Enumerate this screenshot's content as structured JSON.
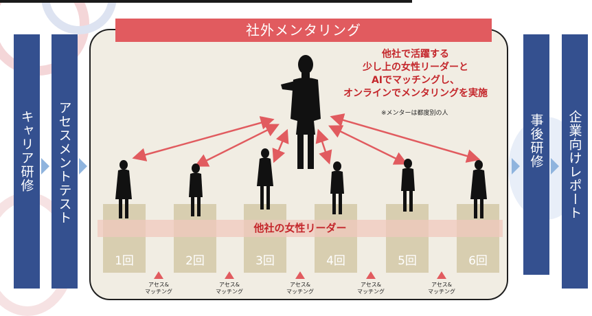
{
  "title": "社外メンタリング",
  "left_steps": [
    {
      "label": "キャリア研修"
    },
    {
      "label": "アセスメントテスト"
    }
  ],
  "right_steps": [
    {
      "label": "事後研修"
    },
    {
      "label": "企業向けレポート"
    }
  ],
  "callout": {
    "lines": [
      "他社で活躍する",
      "少し上の女性リーダーと",
      "AIでマッチングし、",
      "オンラインでメンタリングを実施"
    ],
    "note": "※メンターは都度別の人"
  },
  "band_label": "他社の女性リーダー",
  "sessions": [
    "1回",
    "2回",
    "3回",
    "4回",
    "5回",
    "6回"
  ],
  "assess_label": {
    "line1": "アセス&",
    "line2": "マッチング"
  },
  "colors": {
    "accent": "#e15b5f",
    "bar": "#34508f",
    "text_red": "#c4262b",
    "panel": "#f1ede3"
  }
}
